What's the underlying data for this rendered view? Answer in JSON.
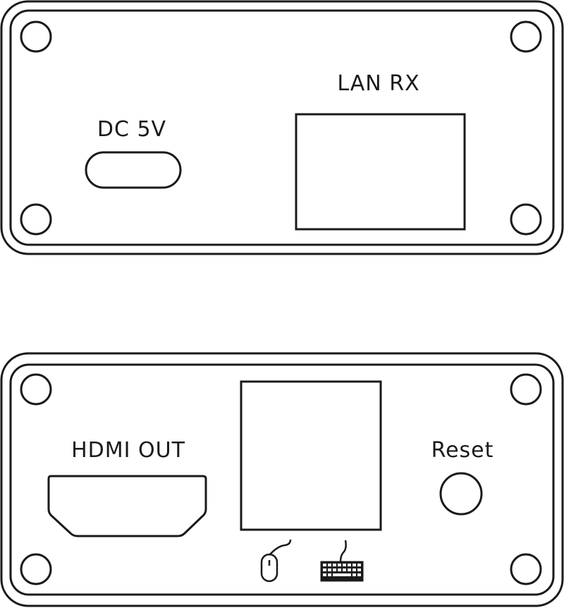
{
  "top_panel": {
    "dc_label": "DC 5V",
    "lan_label": "LAN RX"
  },
  "bottom_panel": {
    "hdmi_label": "HDMI OUT",
    "reset_label": "Reset"
  }
}
